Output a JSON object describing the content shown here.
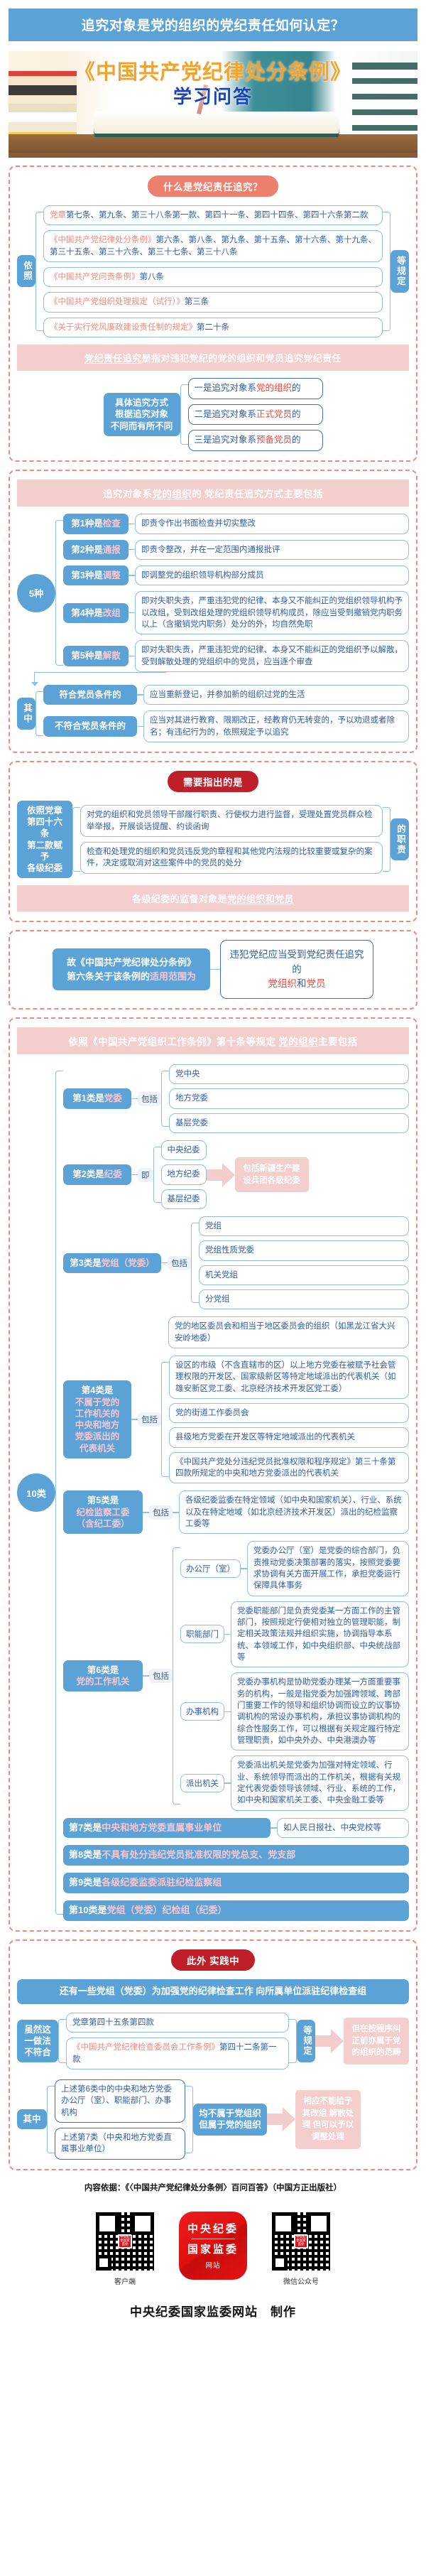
{
  "header": {
    "banner_title": "追究对象是党的组织的党纪责任如何认定？",
    "hero_title": "《中国共产党纪律处分条例》",
    "hero_subtitle": "学习问答"
  },
  "section1": {
    "pill": "什么是党纪责任追究？",
    "left_tab": "依照",
    "right_tab": "等规定",
    "items": [
      "党章第七条、第九条、第三十八条第一款、第四十一条、第四十四条、第四十六条第二款",
      "《中国共产党纪律处分条例》第六条、第八条、第九条、第十五条、第十六条、第十九条、第三十五条、第三十六条、第三十七条、第三十八条",
      "《中国共产党问责条例》第八条",
      "《中国共产党组织处理规定（试行）》第三条",
      "《关于实行党风廉政建设责任制的规定》第二十条"
    ],
    "band": "党纪责任追究是指对违犯党纪的党的组织和党员追究党纪责任",
    "band_underline": "党纪责任追究",
    "center_tab": "具体追究方式\n根据追究对象\n不同而有所不同",
    "branches": [
      {
        "pre": "一是追究对象系",
        "hl": "党的组织",
        "post": "的"
      },
      {
        "pre": "二是追究对象系",
        "hl": "正式党员",
        "post": "的"
      },
      {
        "pre": "三是追究对象系",
        "hl": "预备党员",
        "post": "的"
      }
    ]
  },
  "section2": {
    "band": "追究对象系党的组织的 党纪责任追究方式主要包括",
    "band_underline": "党的组织",
    "circle": "5种",
    "rows": [
      {
        "tab_pre": "第1种是",
        "tab_hl": "检查",
        "text": "即责令作出书面检查并切实整改"
      },
      {
        "tab_pre": "第2种是",
        "tab_hl": "通报",
        "text": "即责令整改，并在一定范围内通报批评"
      },
      {
        "tab_pre": "第3种是",
        "tab_hl": "调整",
        "text": "即调整党的组织领导机构部分成员"
      },
      {
        "tab_pre": "第4种是",
        "tab_hl": "改组",
        "text": "即对失职失责，严重违犯党的纪律、本身又不能纠正的党组织领导机构予以改组，受到改组处理的党组织领导机构成员，除应当受到撤销党内职务以上（含撤销党内职务）处分的外，均自然免职"
      },
      {
        "tab_pre": "第5种是",
        "tab_hl": "解散",
        "text": "即对失职失责，严重违犯党的纪律、本身又不能纠正的党组织予以解散，受到解散处理的党组织中的党员，应当逐个审查"
      }
    ],
    "sub_tab": "其中",
    "sub_rows": [
      {
        "label": "符合党员条件的",
        "text": "应当重新登记，并参加新的组织过党的生活"
      },
      {
        "label": "不符合党员条件的",
        "text": "应当对其进行教育、限期改正，经教育仍无转变的，予以劝退或者除名；有违纪行为的，依照规定予以追究"
      }
    ]
  },
  "section3": {
    "pill": "需要指出的是",
    "left_tab": "依照党章\n第四十六条\n第二款赋予\n各级纪委",
    "right_tab": "的职责",
    "items": [
      "对党的组织和党员领导干部履行职责、行使权力进行监督，受理处置党员群众检举举报，开展谈话提醒、约谈函询",
      "检查和处理党的组织和党员违反党的章程和其他党内法规的比较重要或复杂的案件，决定或取消对这些案件中的党员的处分"
    ],
    "band": "各级纪委的监督对象是党的组织和党员",
    "band_underline": "党的组织和党员"
  },
  "section4": {
    "left_tab_line1": "故《中国共产党纪律处分条例》",
    "left_tab_line2_pre": "第六条关于该条例的",
    "left_tab_line2_hl": "适用范围为",
    "right_line1": "违犯党纪应当受到党纪责任追究的",
    "right_line2_a": "党组织",
    "right_line2_mid": "和",
    "right_line2_b": "党员"
  },
  "section5": {
    "band": "依照《中国共产党组织工作条例》第十条等规定 党的组织主要包括",
    "band_underline": "党的组织",
    "circle": "10类",
    "cat1": {
      "tab_pre": "第1类是",
      "tab_hl": "党委",
      "conn": "包括",
      "items": [
        "党中央",
        "地方党委",
        "基层党委"
      ]
    },
    "cat2": {
      "tab_pre": "第2类是",
      "tab_hl": "纪委",
      "conn": "即",
      "items": [
        "中央纪委",
        "地方纪委",
        "基层纪委"
      ],
      "note": "包括新疆生产建设兵团各级纪委"
    },
    "cat3": {
      "tab_pre": "第3类是",
      "tab_hl": "党组（党委）",
      "conn": "包括",
      "items": [
        "党组",
        "党组性质党委",
        "机关党组",
        "分党组"
      ]
    },
    "cat4": {
      "tab_line1": "第4类是",
      "tab_rest": "不属于党的\n工作机关的\n中央和地方\n党委派出的\n代表机关",
      "conn": "包括",
      "items": [
        "设区的市级（不含直辖市的区）以上地方党委在被赋予社会管理权限的开发区、国家级新区等特定地域派出的代表机关（如雄安新区党工委、北京经济技术开发区党工委）",
        "党的街道工作委员会",
        "县级地方党委在开发区等特定地域派出的代表机关",
        "《中国共产党处分违纪党员批准权限和程序规定》第三十条第四款所规定的中央和地方党委派出的代表机关"
      ]
    },
    "cat5": {
      "tab_line1": "第5类是",
      "tab_rest": "纪检监察工委\n（含纪工委）",
      "conn": "包括",
      "items": [
        "各级纪委监委在特定领域（如中央和国家机关）、行业、系统以及在特定地域（如北京经济技术开发区）派出的纪检监察工委等"
      ]
    },
    "cat6": {
      "tab_line1": "第6类是",
      "tab_rest": "党的工作机关",
      "conn": "包括",
      "subitems": [
        {
          "label": "办公厅（室）",
          "text": "党委办公厅（室）是党委的综合部门，负责推动党委决策部署的落实，按照党委要求协调有关方面开展工作，承担党委运行保障具体事务"
        },
        {
          "label": "职能部门",
          "text": "党委职能部门是负责党委某一方面工作的主管部门，按照规定行使相对独立的管理职能，制定相关政策法规并组织实施，协调指导本系统、本领域工作，如中央组织部、中央统战部等"
        },
        {
          "label": "办事机构",
          "text": "党委办事机构是协助党委办理某一方面重要事务的机构，一般是指党委为加强跨领域、跨部门重要工作的领导和组织协调而设立的议事协调机构的常设办事机构，承担议事协调机构的综合性服务工作，可以根据有关规定履行特定管理职责，如中央外办、中央港澳办等"
        },
        {
          "label": "派出机关",
          "text": "党委派出机关是党委为加强对特定领域、行业、系统领导而派出的工作机关，根据有关规定代表党委领导该领域、行业、系统的工作，如中央和国家机关工委、中央金融工委等"
        }
      ]
    },
    "cat7": {
      "tab_pre": "第7类是",
      "tab_hl": "中央和地方党委直属事业单位",
      "note": "如人民日报社、中央党校等"
    },
    "cat8": {
      "tab_pre": "第8类是",
      "tab_hl": "不具有处分违纪党员批准权限的党总支、党支部"
    },
    "cat9": {
      "tab_pre": "第9类是",
      "tab_hl": "各级纪委监委派驻纪检监察组"
    },
    "cat10": {
      "tab_pre": "第10类是",
      "tab_hl": "党组（党委）纪检组（纪委）"
    }
  },
  "section6": {
    "pill": "此外 实践中",
    "band": "还有一些党组（党委）为加强党的纪律检查工作 向所属单位派驻纪律检查组",
    "left_tab": "虽然这\n一做法\n不符合",
    "right_tab": "等规定",
    "items": [
      "党章第四十五条第四款",
      "《中国共产党纪律检查委员会工作条例》第四十二条第一款"
    ],
    "note": "但在按程序纠正前亦属于党的组织的范畴",
    "sub_tab": "其中",
    "sub_items": [
      "上述第6类中的中央和地方党委办公厅（室）、职能部门、办事机构",
      "上述第7类（中央和地方党委直属事业单位）"
    ],
    "mid_tab_line1": "均不属于党组织",
    "mid_tab_line2": "但属于党的组织",
    "sub_note": "相应不能给予其改组 解散处理 但可以予以调整处理"
  },
  "footer": {
    "source": "内容依据：《〈中国共产党纪律处分条例〉百问百答》（中国方正出版社）",
    "qr_left_caption": "客户端",
    "qr_right_caption": "微信公众号",
    "logo_line1": "中央纪委",
    "logo_line2": "国家监委",
    "logo_line3": "网站",
    "logo_badge": "中央纪委国家监委",
    "made_by": "中央纪委国家监委网站　制作"
  }
}
